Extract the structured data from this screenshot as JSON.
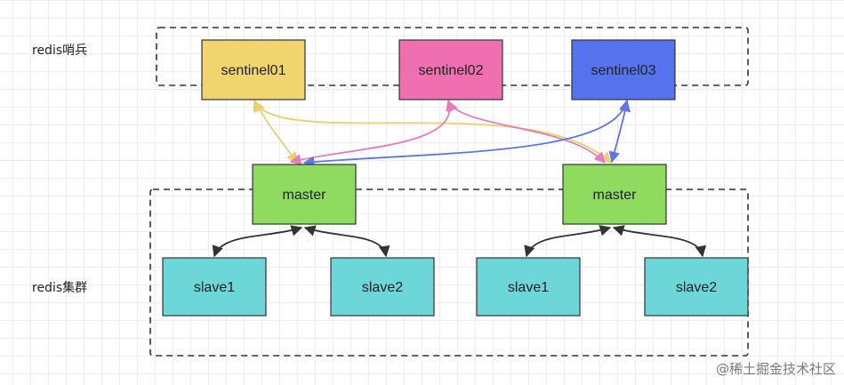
{
  "group_labels": {
    "sentinel": "redis哨兵",
    "cluster": "redis集群"
  },
  "nodes": {
    "sentinel01": {
      "label": "sentinel01",
      "fill": "#f0d46d"
    },
    "sentinel02": {
      "label": "sentinel02",
      "fill": "#ef6fb0"
    },
    "sentinel03": {
      "label": "sentinel03",
      "fill": "#5672ec"
    },
    "master1": {
      "label": "master",
      "fill": "#8fdb60"
    },
    "master2": {
      "label": "master",
      "fill": "#8fdb60"
    },
    "slave1a": {
      "label": "slave1",
      "fill": "#6dd6d8"
    },
    "slave2a": {
      "label": "slave2",
      "fill": "#6dd6d8"
    },
    "slave1b": {
      "label": "slave1",
      "fill": "#6dd6d8"
    },
    "slave2b": {
      "label": "slave2",
      "fill": "#6dd6d8"
    }
  },
  "edge_colors": {
    "sentinel01": "#e6d16e",
    "sentinel02": "#e97cb8",
    "sentinel03": "#5d77e6",
    "replication": "#333333"
  },
  "watermark": "@稀土掘金技术社区"
}
